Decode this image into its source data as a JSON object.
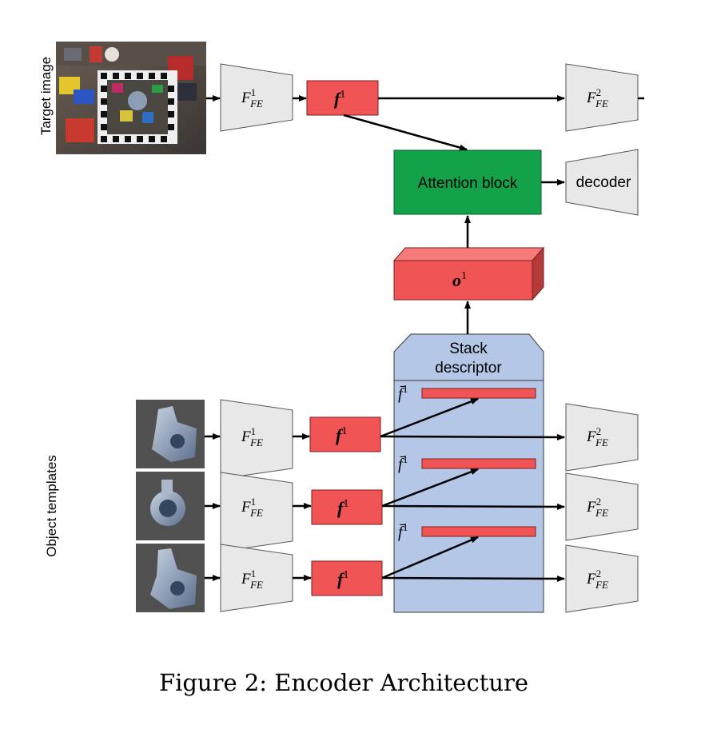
{
  "target_label": "Target image",
  "templates_label": "Object templates",
  "fe1": {
    "base": "F",
    "sup": "1",
    "sub": "FE"
  },
  "fe2": {
    "base": "F",
    "sup": "2",
    "sub": "FE"
  },
  "feature": {
    "base": "f",
    "sup": "1"
  },
  "stack_feature": {
    "base": "f̄",
    "sup": "1"
  },
  "output": {
    "base": "o",
    "sup": "1"
  },
  "attention_label": "Attention block",
  "decoder_label": "decoder",
  "stack_title_line1": "Stack",
  "stack_title_line2": "descriptor",
  "caption": "Figure 2: Encoder Architecture",
  "colors": {
    "feature_red": "#f05454",
    "attention_green": "#13a24a",
    "stack_blue": "#b4c7e7",
    "extractor_gray": "#e8e8e8"
  }
}
